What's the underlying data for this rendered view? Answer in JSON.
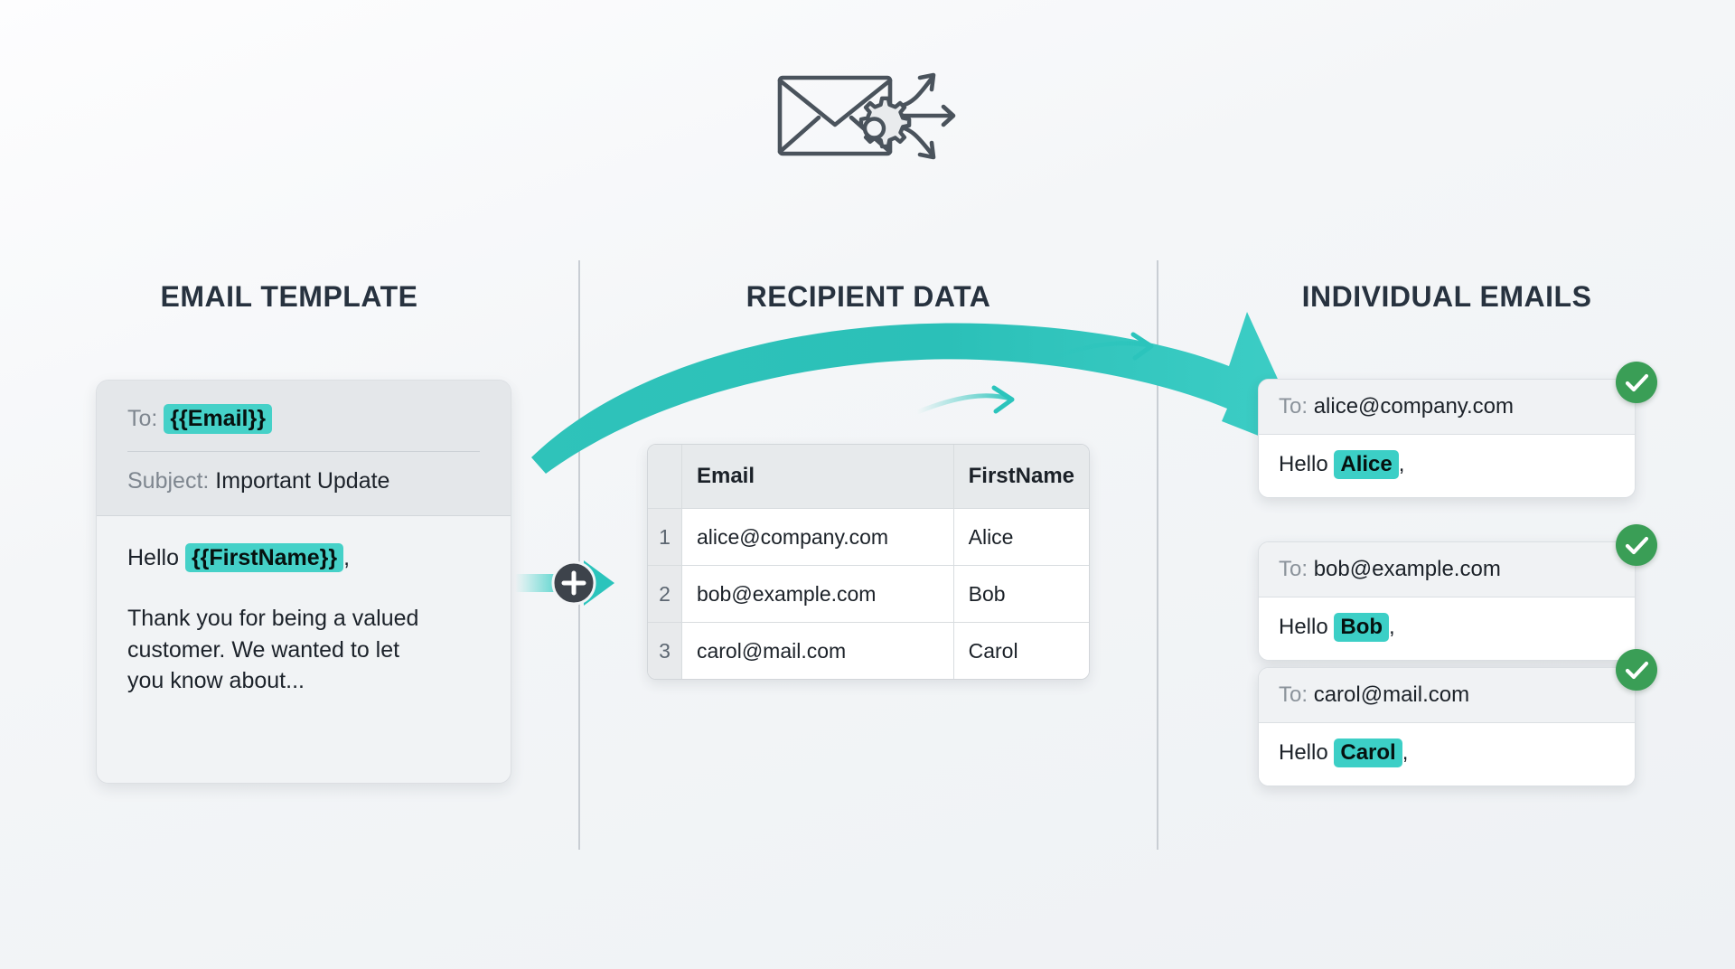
{
  "page": {
    "title": "Mail Merge Diagram",
    "background_color": "#f2f4f6",
    "accent_teal": "#2bc4bc",
    "chip_teal": "#45d1c8",
    "success_green": "#3a9e56",
    "heading_color": "#27323f"
  },
  "header_icon": {
    "name": "envelope-gear-arrows-icon",
    "description": "Envelope with gear and three diverging arrows"
  },
  "columns": {
    "template_heading": "EMAIL TEMPLATE",
    "recipients_heading": "RECIPIENT DATA",
    "output_heading": "INDIVIDUAL EMAILS"
  },
  "template_card": {
    "to_label": "To:",
    "to_value": "{{Email}}",
    "subject_label": "Subject:",
    "subject_value": "Important Update",
    "greeting_prefix": "Hello",
    "greeting_variable": "{{FirstName}}",
    "greeting_suffix": ",",
    "body_paragraph": "Thank you for being a valued customer. We wanted to let you know about..."
  },
  "merge_connector": {
    "icon": "plus-icon",
    "arrow": "arrow-right-icon"
  },
  "recipient_table": {
    "columns": [
      "Email",
      "FirstName"
    ],
    "rows": [
      {
        "index": "1",
        "email": "alice@company.com",
        "firstname": "Alice"
      },
      {
        "index": "2",
        "email": "bob@example.com",
        "firstname": "Bob"
      },
      {
        "index": "3",
        "email": "carol@mail.com",
        "firstname": "Carol"
      }
    ]
  },
  "output_emails": [
    {
      "to_label": "To:",
      "to_value": "alice@company.com",
      "greeting_prefix": "Hello",
      "greeting_name": "Alice",
      "greeting_suffix": ",",
      "status": "sent"
    },
    {
      "to_label": "To:",
      "to_value": "bob@example.com",
      "greeting_prefix": "Hello",
      "greeting_name": "Bob",
      "greeting_suffix": ",",
      "status": "sent"
    },
    {
      "to_label": "To:",
      "to_value": "carol@mail.com",
      "greeting_prefix": "Hello",
      "greeting_name": "Carol",
      "greeting_suffix": ",",
      "status": "sent"
    }
  ],
  "flow_arrow": {
    "name": "curved-merge-arrow",
    "direction": "left-to-right"
  }
}
